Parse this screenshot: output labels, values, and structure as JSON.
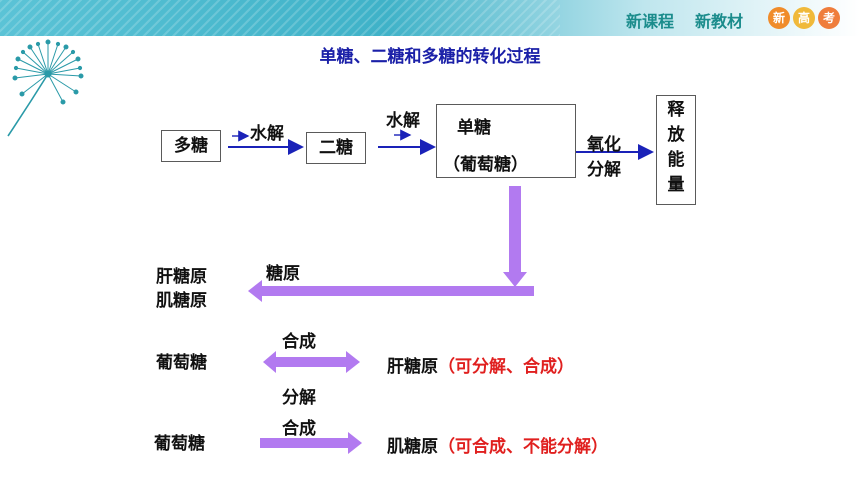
{
  "header": {
    "brand_left": "新课程",
    "brand_right": "新教材",
    "badges": [
      {
        "text": "新",
        "color": "#f08c2a"
      },
      {
        "text": "高",
        "color": "#f0b93a"
      },
      {
        "text": "考",
        "color": "#ef7d3c"
      }
    ]
  },
  "title": "单糖、二糖和多糖的转化过程",
  "flow": {
    "polysaccharide": "多糖",
    "hydrolysis1": "水解",
    "disaccharide": "二糖",
    "hydrolysis2": "水解",
    "monosaccharide_line1": "单糖",
    "monosaccharide_line2": "（葡萄糖）",
    "oxidation_line1": "氧化",
    "oxidation_line2": "分解",
    "release_chars": [
      "释",
      "放",
      "能",
      "量"
    ]
  },
  "glycogen": {
    "label": "糖原",
    "target_line1": "肝糖原",
    "target_line2": "肌糖原"
  },
  "liver": {
    "source": "葡萄糖",
    "top_label": "合成",
    "bottom_label": "分解",
    "target_black": "肝糖原",
    "target_red": "（可分解、合成）"
  },
  "muscle": {
    "source": "葡萄糖",
    "top_label": "合成",
    "target_black": "肌糖原",
    "target_red": "（可合成、不能分解）"
  },
  "colors": {
    "title": "#1b20a8",
    "arrow_blue": "#1a22b8",
    "arrow_purple": "#b27af0",
    "emphasis_red": "#e0201f"
  }
}
